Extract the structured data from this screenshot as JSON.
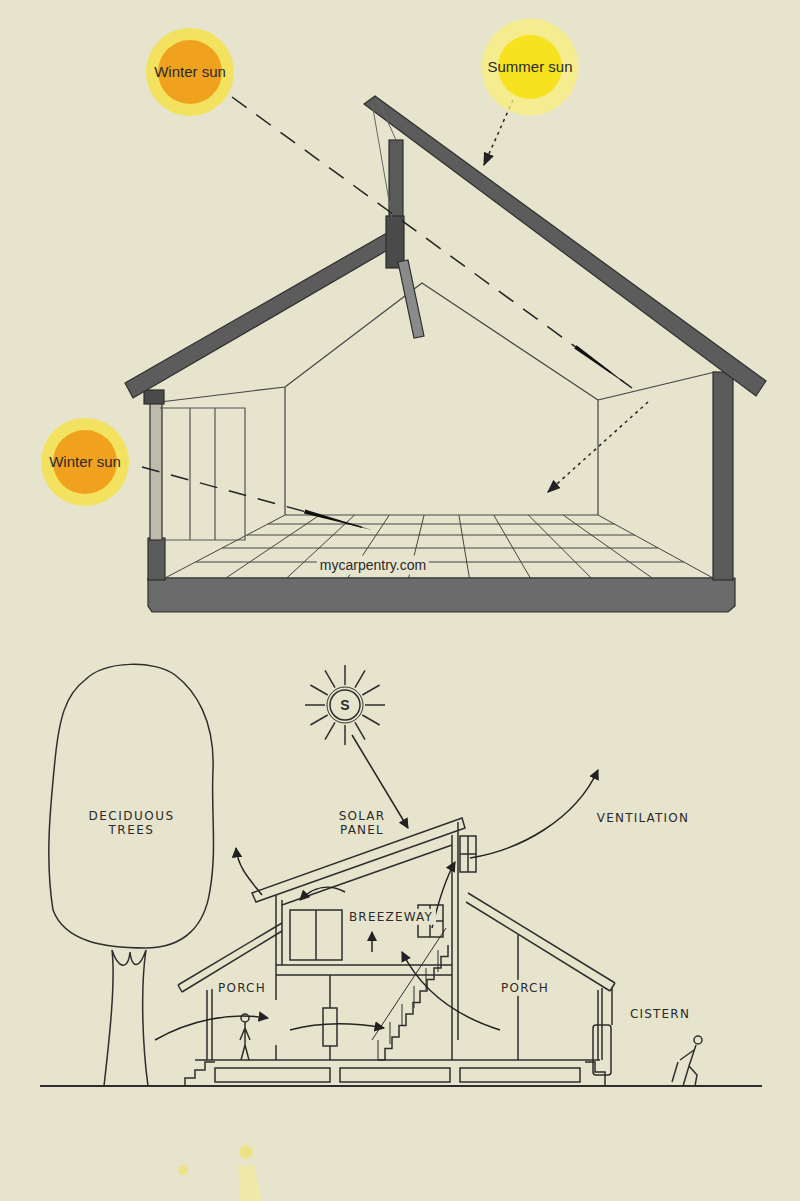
{
  "diagram": {
    "nodes": [
      {
        "text": [
          "Winter sun"
        ]
      },
      {
        "text": [
          "Summer sun"
        ]
      },
      {
        "text": [
          "Winter sun"
        ]
      },
      {
        "text": [
          "DECIDUOUS TREES"
        ]
      },
      {
        "text": [
          "S"
        ]
      }
    ],
    "labels": [
      "mycarpentry.com",
      "SOLAR PANEL",
      "VENTILATION",
      "BREEZEWAY",
      "PORCH",
      "PORCH",
      "CISTERN"
    ]
  }
}
